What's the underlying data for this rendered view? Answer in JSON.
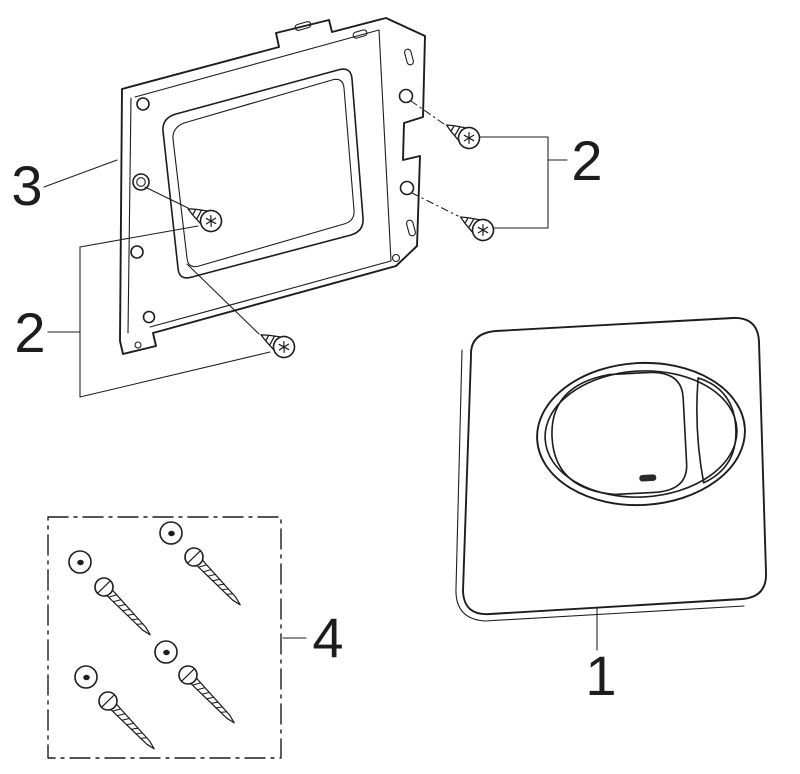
{
  "colors": {
    "background": "#ffffff",
    "line": "#1d1d1d"
  },
  "callouts": {
    "plate": "1",
    "screws_left": "2",
    "screws_right": "2",
    "frame": "3",
    "kit": "4"
  }
}
